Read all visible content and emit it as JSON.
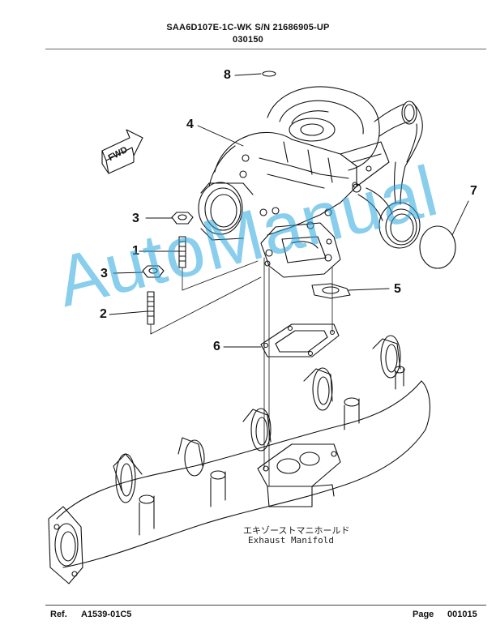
{
  "header": {
    "model": "SAA6D107E-1C-WK S/N 21686905-UP",
    "group_code": "030150"
  },
  "callouts": [
    {
      "id": "8",
      "label": "8"
    },
    {
      "id": "4",
      "label": "4"
    },
    {
      "id": "3a",
      "label": "3"
    },
    {
      "id": "1",
      "label": "1"
    },
    {
      "id": "3b",
      "label": "3"
    },
    {
      "id": "2",
      "label": "2"
    },
    {
      "id": "7",
      "label": "7"
    },
    {
      "id": "5",
      "label": "5"
    },
    {
      "id": "6",
      "label": "6"
    }
  ],
  "diagram": {
    "fwd_label": "FWD",
    "caption_jp": "エキゾーストマニホールド",
    "caption_en": "Exhaust Manifold"
  },
  "watermark": "AutoManual",
  "footer": {
    "ref_label": "Ref.",
    "ref_value": "A1539-01C5",
    "page_label": "Page",
    "page_value": "001015"
  },
  "colors": {
    "watermark": "#28a5dc",
    "line": "#111111"
  }
}
